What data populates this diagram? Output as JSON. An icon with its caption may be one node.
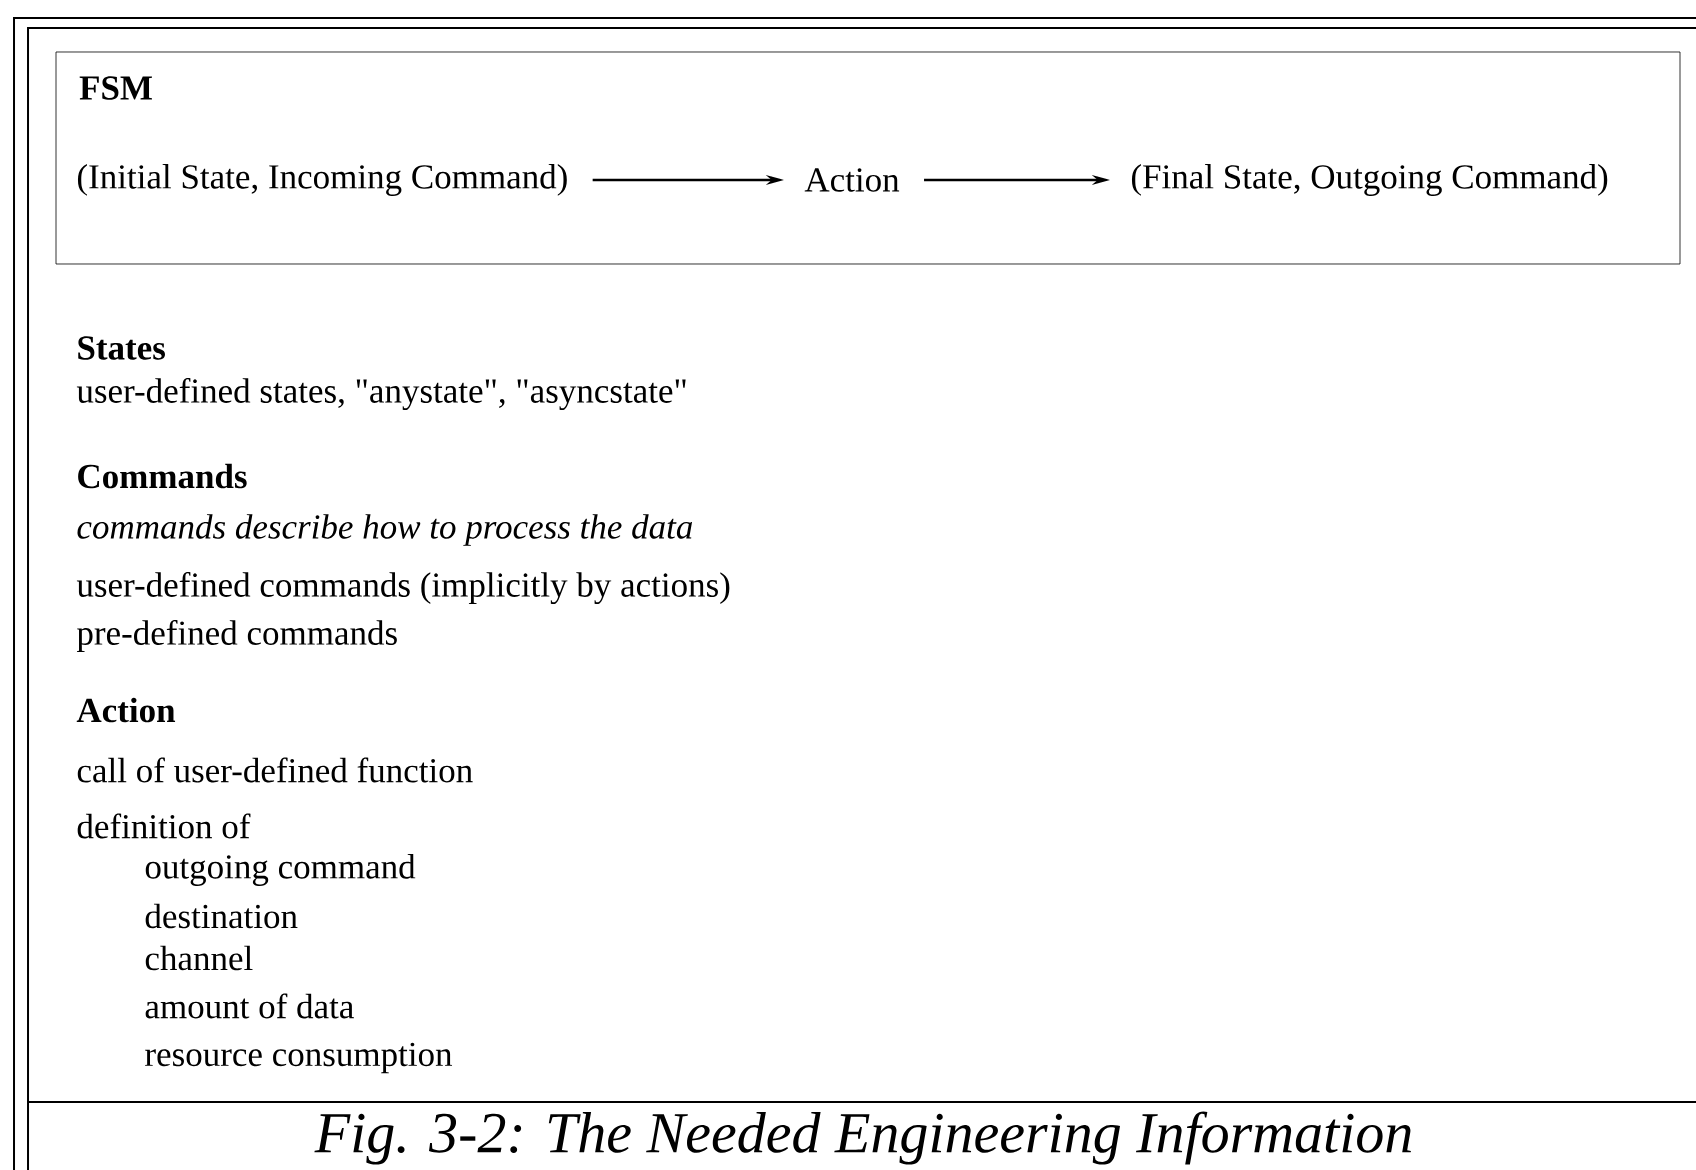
{
  "diagram": {
    "caption": "Fig. 3-2: The Needed Engineering Information",
    "nodes": [
      {
        "text": [
          "FSM"
        ]
      },
      {
        "text": [
          "(Initial State, Incoming Command)"
        ],
        "in": 0
      },
      {
        "text": [
          "Action"
        ],
        "in": 0
      },
      {
        "text": [
          "(Final State, Outgoing Command)"
        ],
        "in": 0
      }
    ],
    "edges": [
      {
        "from": 1,
        "to": 2,
        "arrow": "to"
      },
      {
        "from": 2,
        "to": 3,
        "arrow": "to"
      }
    ],
    "labels": [
      "States",
      "user-defined states, \"anystate\", \"asyncstate\"",
      "Commands",
      "commands describe how to process the data",
      "user-defined commands (implicitly by actions)",
      "pre-defined commands",
      "Action",
      "call of user-defined function",
      "definition of",
      "outgoing command",
      "destination",
      "channel",
      "amount of data",
      "resource consumption"
    ]
  }
}
